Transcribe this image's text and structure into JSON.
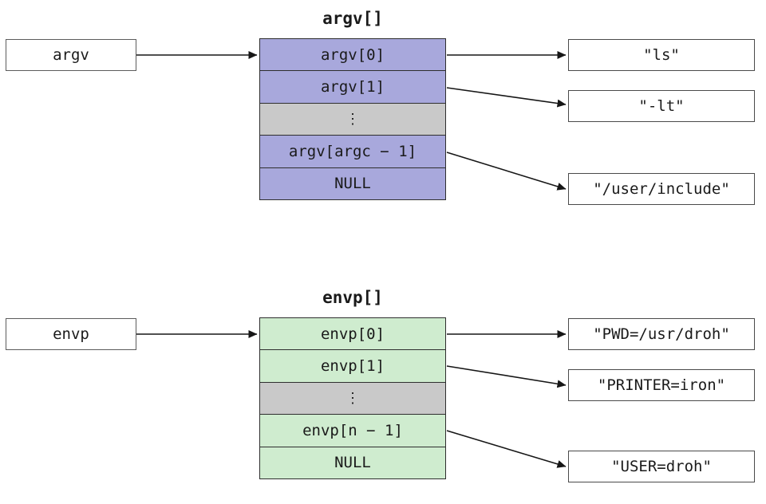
{
  "argv": {
    "title": "argv[]",
    "pointer": "argv",
    "cells": [
      "argv[0]",
      "argv[1]",
      "⋮",
      "argv[argc − 1]",
      "NULL"
    ],
    "strings": [
      "\"ls\"",
      "\"-lt\"",
      "\"/user/include\""
    ],
    "cell_color": "#a8a8dc",
    "edges": [
      {
        "from": "argv",
        "to": "argv[] array"
      },
      {
        "from": "argv[0]",
        "to": "\"ls\""
      },
      {
        "from": "argv[1]",
        "to": "\"-lt\""
      },
      {
        "from": "argv[argc − 1]",
        "to": "\"/user/include\""
      }
    ]
  },
  "envp": {
    "title": "envp[]",
    "pointer": "envp",
    "cells": [
      "envp[0]",
      "envp[1]",
      "⋮",
      "envp[n − 1]",
      "NULL"
    ],
    "strings": [
      "\"PWD=/usr/droh\"",
      "\"PRINTER=iron\"",
      "\"USER=droh\""
    ],
    "cell_color": "#cfeccf",
    "edges": [
      {
        "from": "envp",
        "to": "envp[] array"
      },
      {
        "from": "envp[0]",
        "to": "\"PWD=/usr/droh\""
      },
      {
        "from": "envp[1]",
        "to": "\"PRINTER=iron\""
      },
      {
        "from": "envp[n − 1]",
        "to": "\"USER=droh\""
      }
    ]
  },
  "colors": {
    "argv_cell": "#a8a8dc",
    "envp_cell": "#cfeccf",
    "ellipsis_cell": "#c9c9c9",
    "border": "#2e2e2e",
    "arrow": "#161616",
    "background": "#ffffff"
  }
}
